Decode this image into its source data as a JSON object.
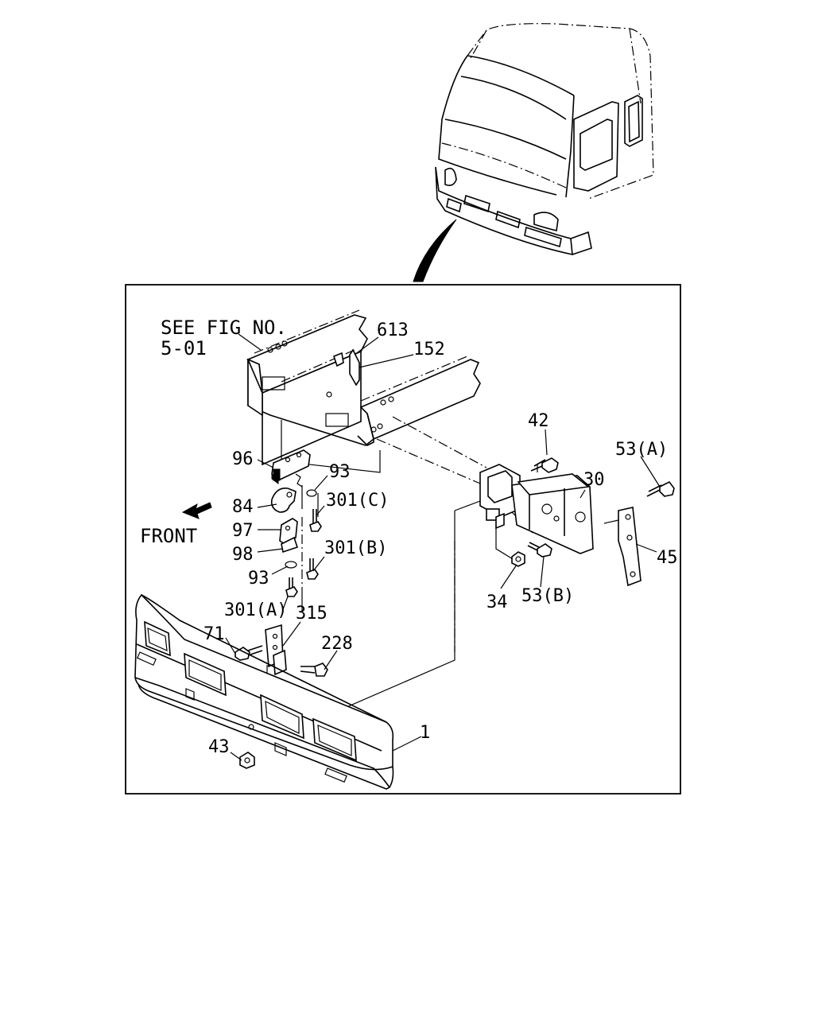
{
  "reference_note": {
    "line1": "SEE FIG NO.",
    "line2": "5-01"
  },
  "direction_label": "FRONT",
  "part_labels": {
    "p613": "613",
    "p152": "152",
    "p42": "42",
    "p53a": "53(A)",
    "p30": "30",
    "p96": "96",
    "p93_upper": "93",
    "p301c": "301(C)",
    "p84": "84",
    "p97": "97",
    "p98": "98",
    "p301b": "301(B)",
    "p93_lower": "93",
    "p301a": "301(A)",
    "p315": "315",
    "p71": "71",
    "p228": "228",
    "p45": "45",
    "p34": "34",
    "p53b": "53(B)",
    "p1": "1",
    "p43": "43"
  }
}
